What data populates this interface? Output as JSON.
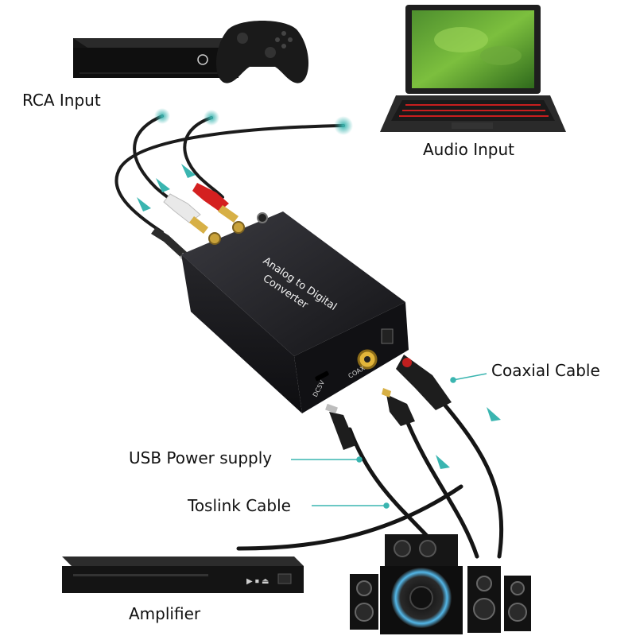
{
  "labels": {
    "rca_input": "RCA Input",
    "audio_input": "Audio Input",
    "coaxial_cable": "Coaxial Cable",
    "usb_power_supply": "USB Power supply",
    "toslink_cable": "Toslink Cable",
    "amplifier": "Amplifier"
  },
  "converter": {
    "line1": "Analog to Digital",
    "line2": "Converter",
    "port_dc": "DC5V",
    "port_coax": "COAX"
  },
  "colors": {
    "callout": "#3ab5b0",
    "device_body": "#1c1c1f",
    "rca_red": "#d42020",
    "gold": "#e2b53a",
    "laptop_keys": "#c81e1e"
  },
  "icons": {
    "console": "game-console-icon",
    "controller": "gamepad-icon",
    "laptop": "laptop-icon",
    "amplifier": "dvd-amplifier-icon",
    "speakers": "speaker-system-icon"
  }
}
